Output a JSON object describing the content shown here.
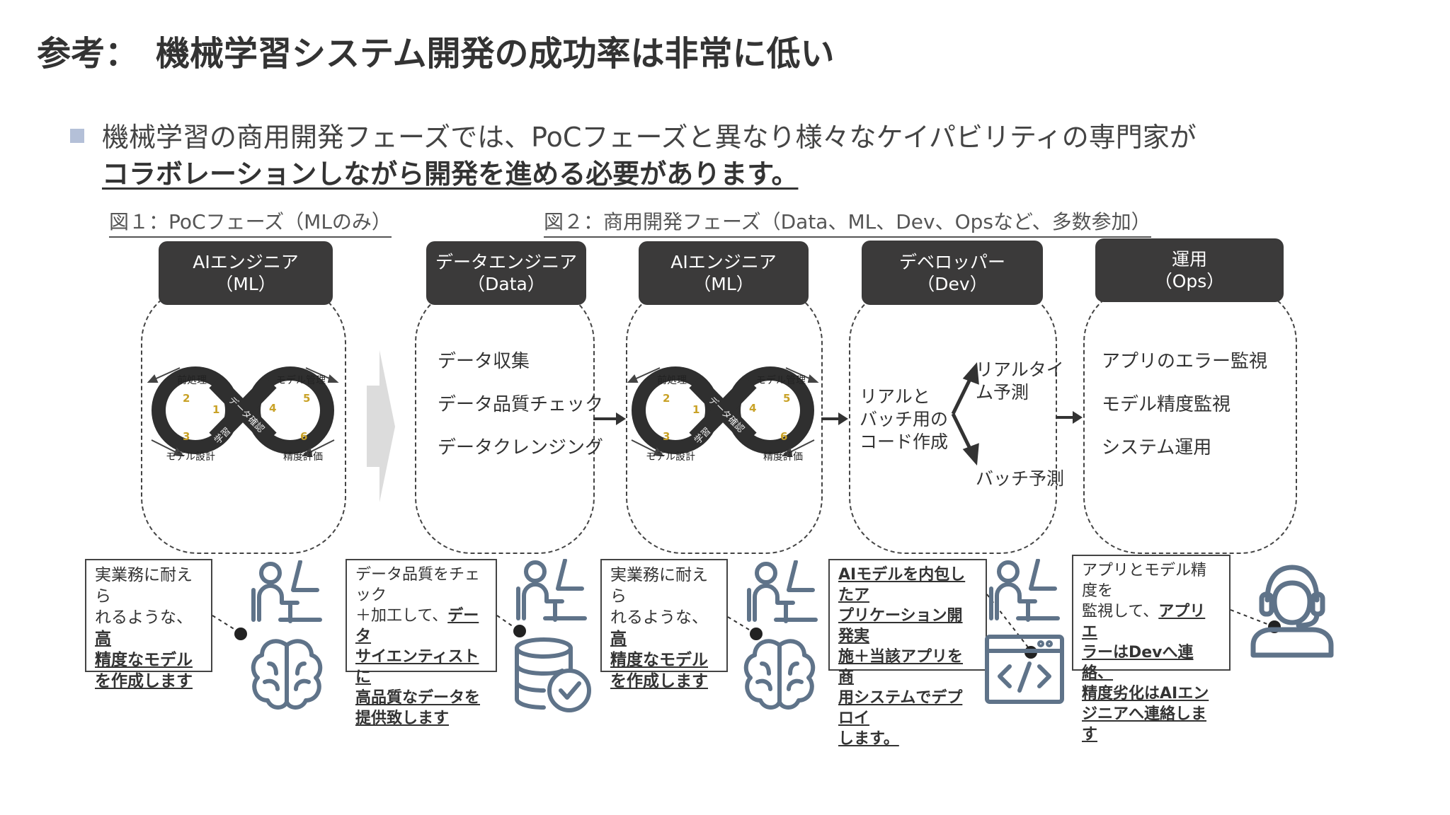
{
  "title": "参考：　機械学習システム開発の成功率は非常に低い",
  "bullet": {
    "line1": "機械学習の商用開発フェーズでは、PoCフェーズと異なり様々なケイパビリティの専門家が",
    "line2": "コラボレーションしながら開発を進める必要があります。"
  },
  "figures": {
    "fig1_label": "図１：PoCフェーズ（MLのみ）",
    "fig2_label": "図２：商用開発フェーズ（Data、ML、Dev、Opsなど、多数参加）"
  },
  "roles": {
    "ml_poc": {
      "line1": "AIエンジニア",
      "line2": "（ML）"
    },
    "data": {
      "line1": "データエンジニア",
      "line2": "（Data）"
    },
    "ml": {
      "line1": "AIエンジニア",
      "line2": "（ML）"
    },
    "dev": {
      "line1": "デベロッパー",
      "line2": "（Dev）"
    },
    "ops": {
      "line1": "運用",
      "line2": "（Ops）"
    }
  },
  "cycle": {
    "preprocess": "前処理",
    "model_mgmt": "モデル管理",
    "model_design": "モデル設計",
    "accuracy_eval": "精度評価",
    "data_check": "データ確認",
    "learning": "学習",
    "n1": "1",
    "n2": "2",
    "n3": "3",
    "n4": "4",
    "n5": "5",
    "n6": "6"
  },
  "data_tasks": [
    "データ収集",
    "データ品質チェック",
    "データクレンジング"
  ],
  "dev_tasks": {
    "code": [
      "リアルと",
      "バッチ用の",
      "コード作成"
    ],
    "realtime": [
      "リアルタイ",
      "ム予測"
    ],
    "batch": "バッチ予測"
  },
  "ops_tasks": [
    "アプリのエラー監視",
    "モデル精度監視",
    "システム運用"
  ],
  "descriptions": {
    "ml_poc": {
      "l1": "実業務に耐えら",
      "l2a": "れるような、",
      "l2b": "高",
      "l3": "精度なモデル",
      "l4": "を作成します"
    },
    "data": {
      "l1": "データ品質をチェック",
      "l2a": "＋加工して、",
      "l2b": "データ",
      "l3": "サイエンティストに",
      "l4": "高品質なデータを",
      "l5": "提供致します"
    },
    "ml": {
      "l1": "実業務に耐えら",
      "l2a": "れるような、",
      "l2b": "高",
      "l3": "精度なモデル",
      "l4": "を作成します"
    },
    "dev": {
      "l1": "AIモデルを内包したア",
      "l2": "プリケーション開発実",
      "l3": "施＋当該アプリを商",
      "l4": "用システムでデプロイ",
      "l5": "します。"
    },
    "ops": {
      "l1": "アプリとモデル精度を",
      "l2a": "監視して、",
      "l2b": "アプリエ",
      "l3": "ラーはDevへ連絡、",
      "l4": "精度劣化はAIエン",
      "l5": "ジニアへ連絡します"
    }
  },
  "colors": {
    "role_box": "#3b3a3a",
    "icon": "#5f7389",
    "bullet": "#b4c0d8",
    "cycle_dark": "#2f2f2f",
    "number_gold": "#c9a227"
  }
}
